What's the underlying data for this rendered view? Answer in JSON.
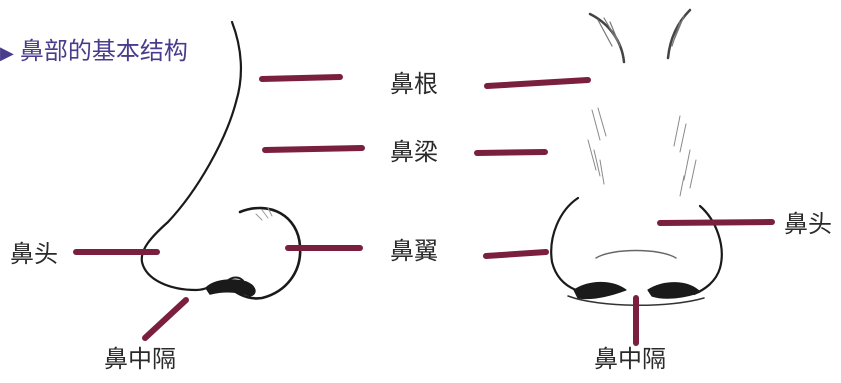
{
  "heading": {
    "text": "鼻部的基本结构",
    "arrow_icon": "triangle-right-icon"
  },
  "labels": {
    "root": "鼻根",
    "bridge": "鼻梁",
    "wing": "鼻翼",
    "tip_left": "鼻头",
    "tip_right": "鼻头",
    "septum_left": "鼻中隔",
    "septum_right": "鼻中隔"
  },
  "colors": {
    "marker": "#7a1f3d",
    "heading": "#4a3c8c",
    "sketch": "#1a1a1a",
    "label_text": "#2a2a2a"
  }
}
